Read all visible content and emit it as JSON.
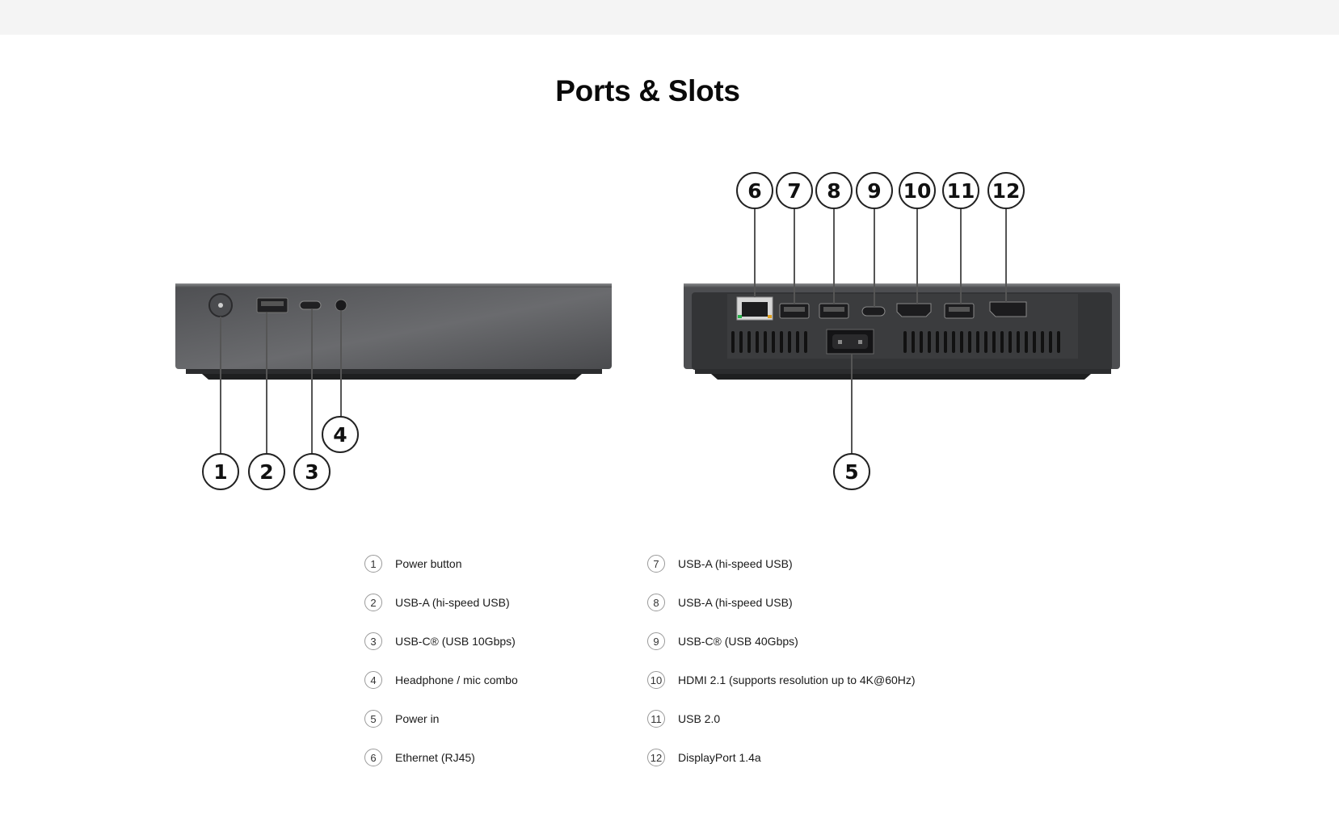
{
  "title": "Ports & Slots",
  "callouts": {
    "front": [
      "1",
      "2",
      "3",
      "4"
    ],
    "rear": [
      "5",
      "6",
      "7",
      "8",
      "9",
      "10",
      "11",
      "12"
    ]
  },
  "legend": {
    "left": [
      {
        "num": "1",
        "label": "Power button"
      },
      {
        "num": "2",
        "label": "USB-A (hi-speed USB)"
      },
      {
        "num": "3",
        "label": "USB-C® (USB 10Gbps)"
      },
      {
        "num": "4",
        "label": "Headphone / mic combo"
      },
      {
        "num": "5",
        "label": "Power in"
      },
      {
        "num": "6",
        "label": "Ethernet (RJ45)"
      }
    ],
    "right": [
      {
        "num": "7",
        "label": "USB-A (hi-speed USB)"
      },
      {
        "num": "8",
        "label": "USB-A (hi-speed USB)"
      },
      {
        "num": "9",
        "label": "USB-C® (USB 40Gbps)"
      },
      {
        "num": "10",
        "label": "HDMI 2.1 (supports resolution up to 4K@60Hz)"
      },
      {
        "num": "11",
        "label": "USB 2.0"
      },
      {
        "num": "12",
        "label": "DisplayPort 1.4a"
      }
    ]
  },
  "colors": {
    "device_body": "#5a5b5d",
    "device_dark": "#3a3b3d",
    "callout_stroke": "#222222"
  }
}
